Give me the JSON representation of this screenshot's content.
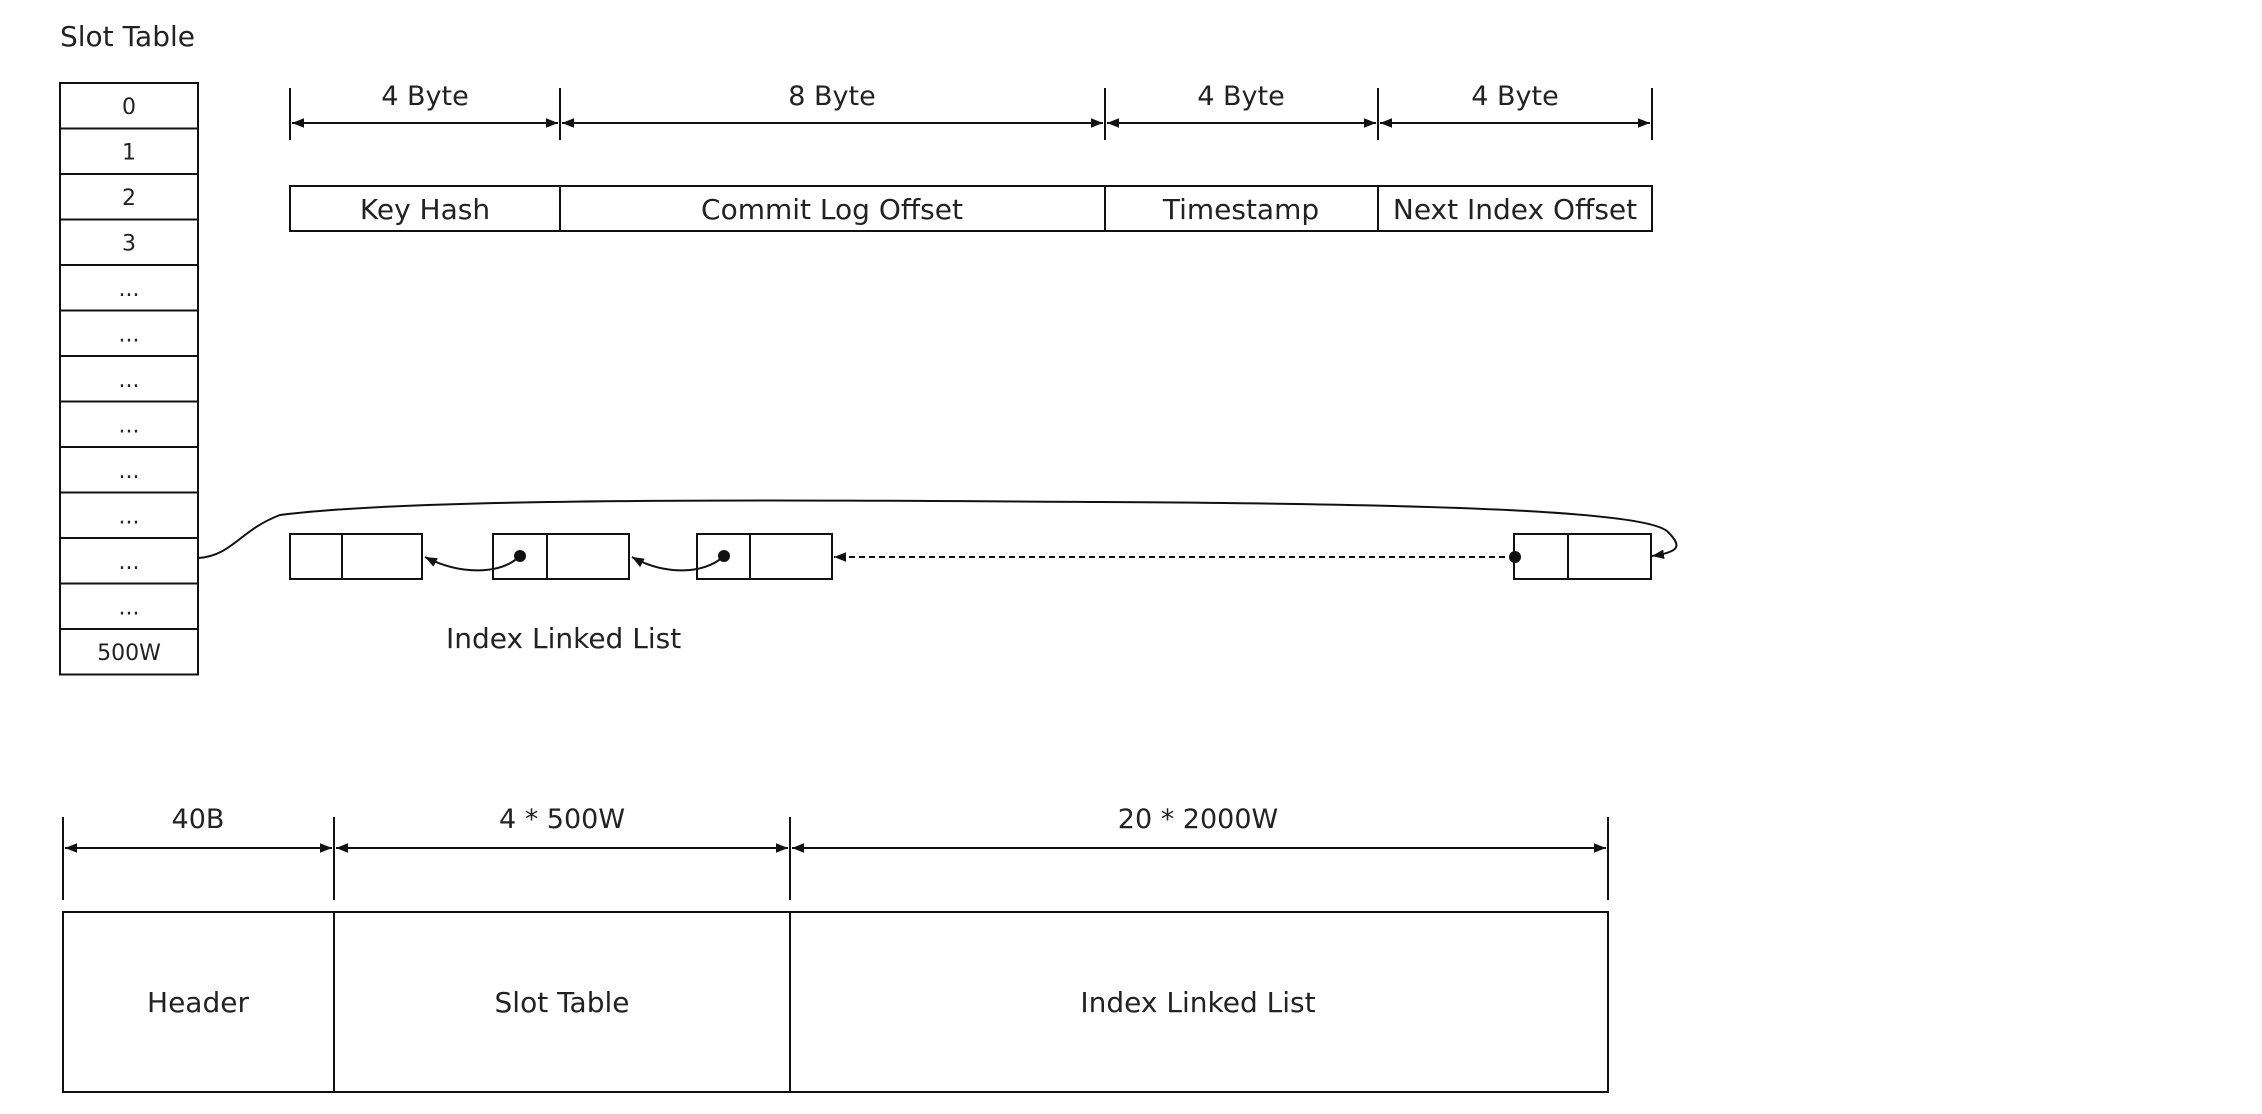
{
  "slot_table": {
    "title": "Slot Table",
    "cells": [
      "0",
      "1",
      "2",
      "3",
      "...",
      "...",
      "...",
      "...",
      "...",
      "...",
      "...",
      "...",
      "500W"
    ]
  },
  "index_record": {
    "byte_sizes": [
      "4 Byte",
      "8 Byte",
      "4 Byte",
      "4 Byte"
    ],
    "fields": [
      "Key Hash",
      "Commit Log Offset",
      "Timestamp",
      "Next Index Offset"
    ]
  },
  "linked_list": {
    "label": "Index Linked List"
  },
  "file_layout": {
    "sizes": [
      "40B",
      "4 * 500W",
      "20 * 2000W"
    ],
    "sections": [
      "Header",
      "Slot Table",
      "Index Linked List"
    ]
  }
}
